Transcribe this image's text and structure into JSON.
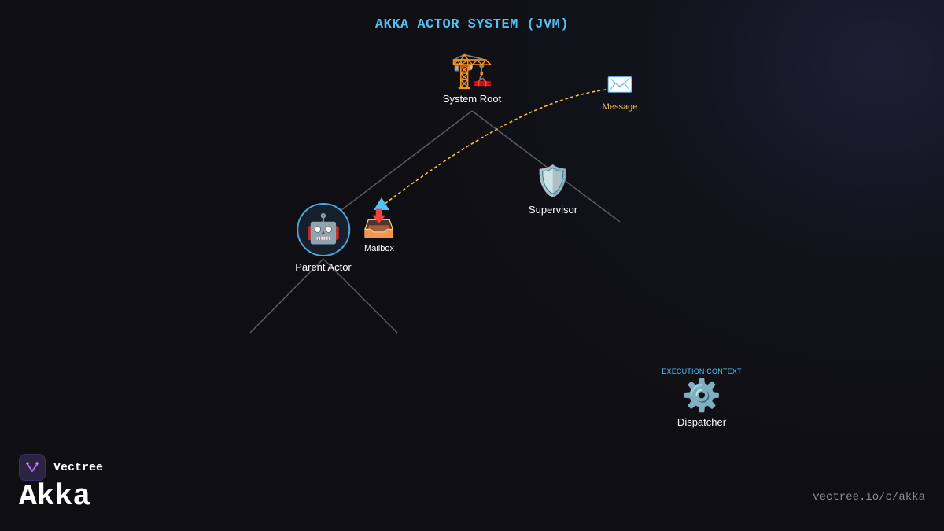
{
  "diagram": {
    "title": "AKKA ACTOR SYSTEM (JVM)",
    "nodes": {
      "system_root": {
        "icon": "construction-crane-icon",
        "glyph": "🏗️",
        "label": "System Root"
      },
      "supervisor": {
        "icon": "shield-icon",
        "glyph": "🛡️",
        "label": "Supervisor"
      },
      "parent_actor": {
        "icon": "robot-icon",
        "glyph": "🤖",
        "label": "Parent Actor"
      },
      "mailbox": {
        "icon": "inbox-tray-icon",
        "glyph": "📥",
        "label": "Mailbox"
      },
      "message": {
        "icon": "envelope-icon",
        "glyph": "✉️",
        "label": "Message"
      },
      "dispatcher": {
        "icon": "gear-icon",
        "glyph": "⚙️",
        "label": "Dispatcher",
        "context_label": "EXECUTION CONTEXT"
      }
    },
    "colors": {
      "title": "#4fc3f7",
      "tree_lines": "#5a5a60",
      "message_path": "#f2c14e",
      "mailbox_arrow": "#4fc3f7",
      "actor_ring": "#4fa3d9"
    }
  },
  "brand": {
    "name": "Vectree",
    "course": "Akka",
    "url": "vectree.io/c/akka"
  }
}
